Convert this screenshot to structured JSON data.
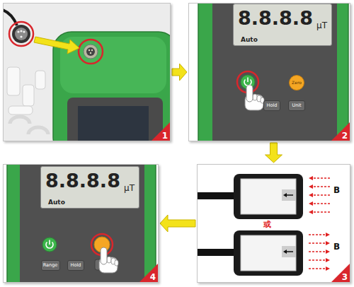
{
  "diagram": {
    "nodes": [
      {
        "text": [
          "1"
        ]
      },
      {
        "text": [
          "2"
        ]
      },
      {
        "text": [
          "8.8.8.8",
          "μT",
          "Auto"
        ],
        "in": 1
      },
      {
        "text": [
          "Zero"
        ],
        "in": 1
      },
      {
        "text": [
          "Hold"
        ],
        "in": 1
      },
      {
        "text": [
          "Unit"
        ],
        "in": 1
      },
      {
        "text": [
          "3"
        ]
      },
      {
        "text": [
          "4"
        ]
      },
      {
        "text": [
          "8.8.8.8",
          "μT",
          "Auto"
        ],
        "in": 7
      },
      {
        "text": [
          "Range"
        ],
        "in": 7
      },
      {
        "text": [
          "Hold"
        ],
        "in": 7
      }
    ],
    "edges": [
      {
        "from": 0,
        "to": 1,
        "arrow": "to"
      },
      {
        "from": 1,
        "to": 6,
        "arrow": "to"
      },
      {
        "from": 6,
        "to": 7,
        "arrow": "to"
      }
    ],
    "labels": [
      "B",
      "B",
      "或"
    ]
  }
}
